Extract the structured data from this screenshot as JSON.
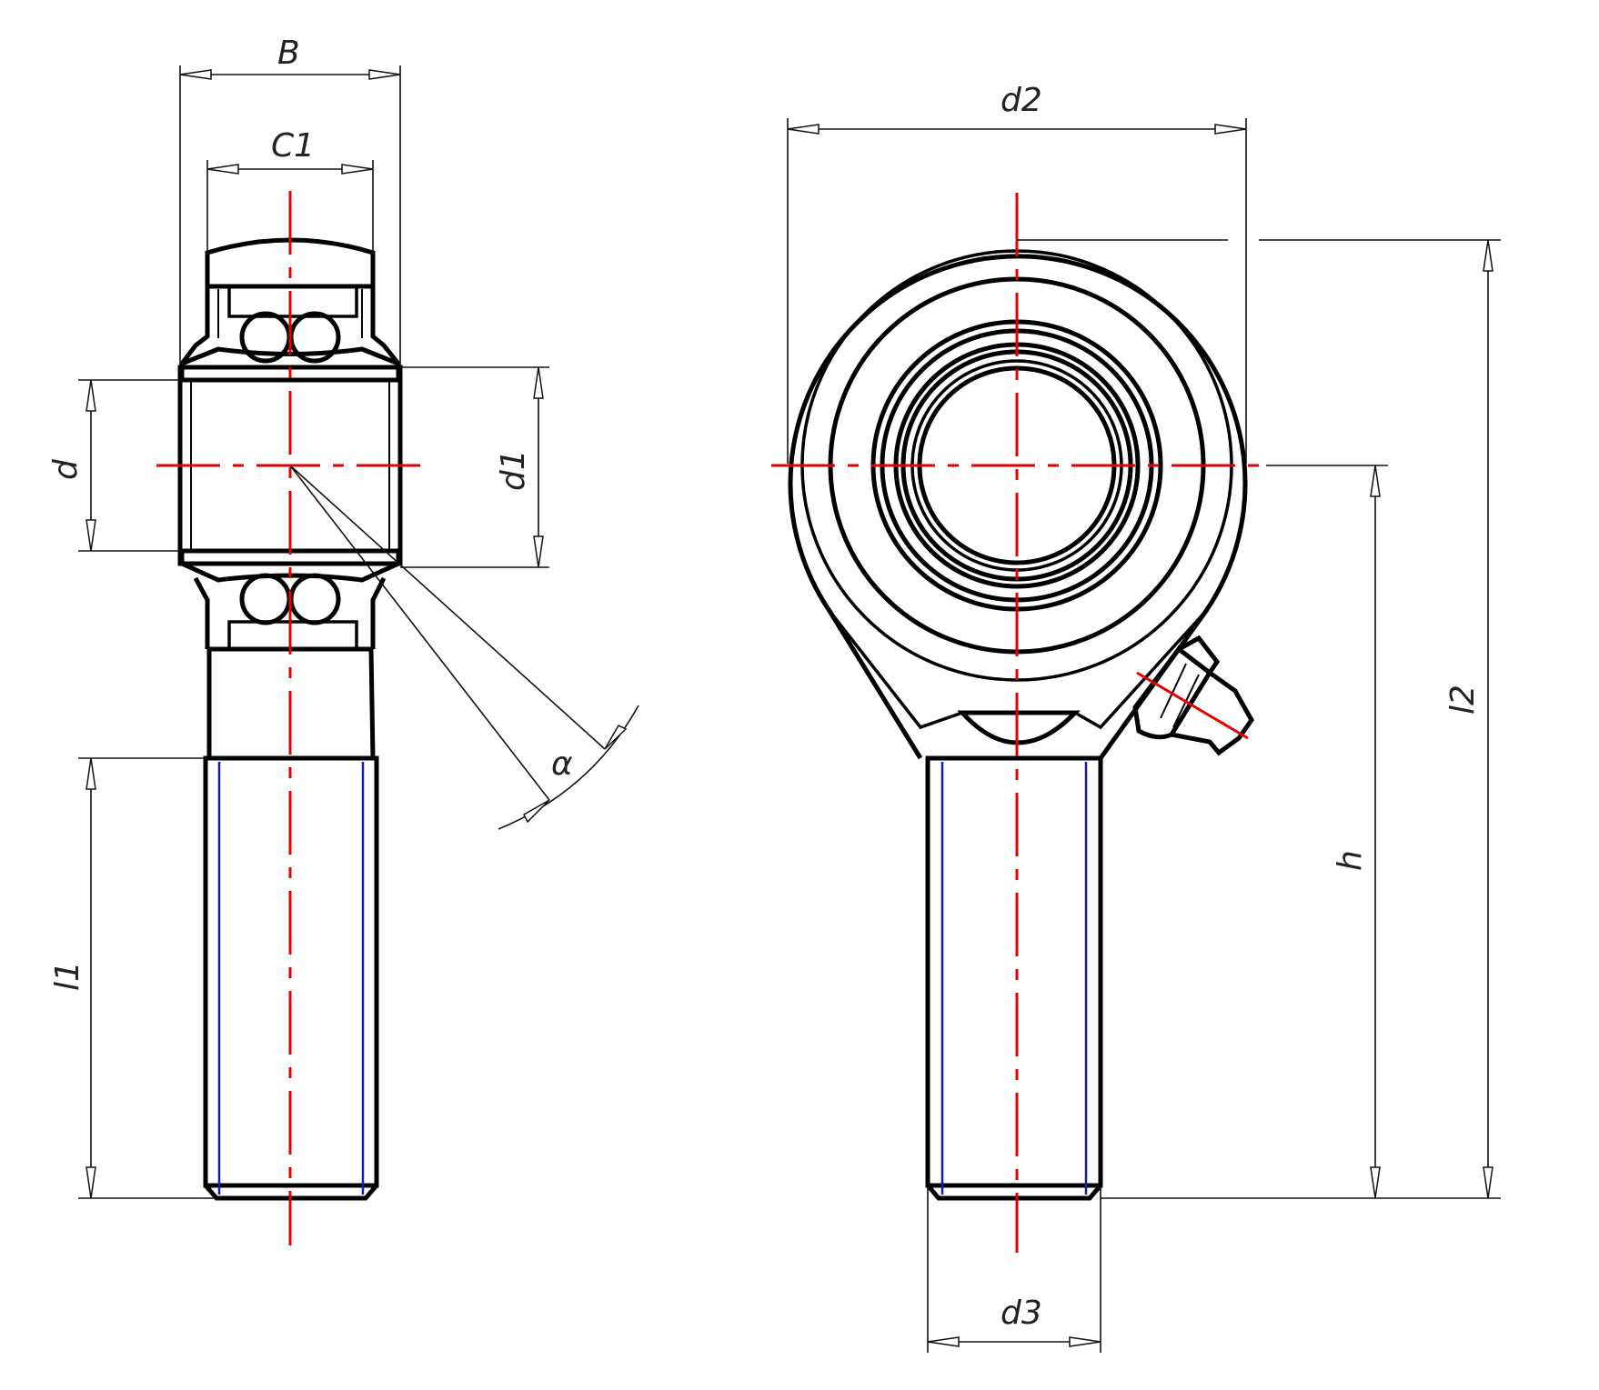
{
  "labels": {
    "B": "B",
    "C1": "C1",
    "d": "d",
    "d1": "d1",
    "alpha": "α",
    "l1": "l1",
    "d2": "d2",
    "d3": "d3",
    "h": "h",
    "l2": "l2"
  },
  "colors": {
    "centerline": "#e60000",
    "thread": "#1a1aa8",
    "outline": "#000000",
    "hatch": "#666666"
  }
}
